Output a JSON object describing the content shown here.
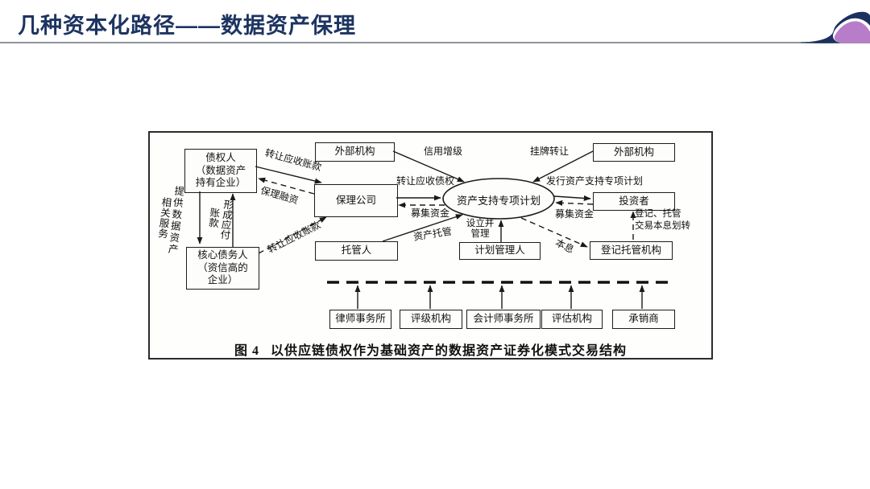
{
  "slide": {
    "title": "几种资本化路径——数据资产保理"
  },
  "colors": {
    "title_navy": "#1d3461",
    "logo_navy": "#1d3160",
    "logo_purple": "#b77dc9",
    "divider_gray": "#8d9399",
    "ink": "#1a1a1a"
  },
  "logo": {
    "name": "wave-logo"
  },
  "diagram": {
    "caption": {
      "label": "图 4",
      "text": "以供应链债权作为基础资产的数据资产证券化模式交易结构"
    },
    "nodes": {
      "creditor_lines": [
        "债权人",
        "（数据资产",
        "持有企业）"
      ],
      "core_debtor_lines": [
        "核心债务人",
        "（资信高的",
        "企业）"
      ],
      "external_left": "外部机构",
      "external_right": "外部机构",
      "factoring": "保理公司",
      "custodian": "托管人",
      "spv": "资产支持专项计划",
      "investor": "投资者",
      "plan_manager": "计划管理人",
      "registry": "登记托管机构",
      "intermediaries": [
        "律师事务所",
        "评级机构",
        "会计师事务所",
        "评估机构",
        "承销商"
      ]
    },
    "edges": {
      "transfer_receivables_top": "转让应收账款",
      "factoring_financing": "保理融资",
      "credit_enhancement": "信用增级",
      "listing_transfer": "挂牌转让",
      "transfer_claims": "转让应收债权",
      "raise_funds_left": "募集资金",
      "issue_abs_plan": "发行资产支持专项计划",
      "raise_funds_right": "募集资金",
      "asset_custody": "资产托管",
      "establish_manage_lines": [
        "设立并",
        "管理"
      ],
      "principal_interest": "本息",
      "registry_note_lines": [
        "登记、托管",
        "交易本息划转"
      ],
      "transfer_receivables_diagonal": "转让应收账款",
      "provide_services_cols": [
        "提供数据资产",
        "相关服务"
      ],
      "form_payables_cols": [
        "形成应付",
        "账款"
      ]
    }
  }
}
